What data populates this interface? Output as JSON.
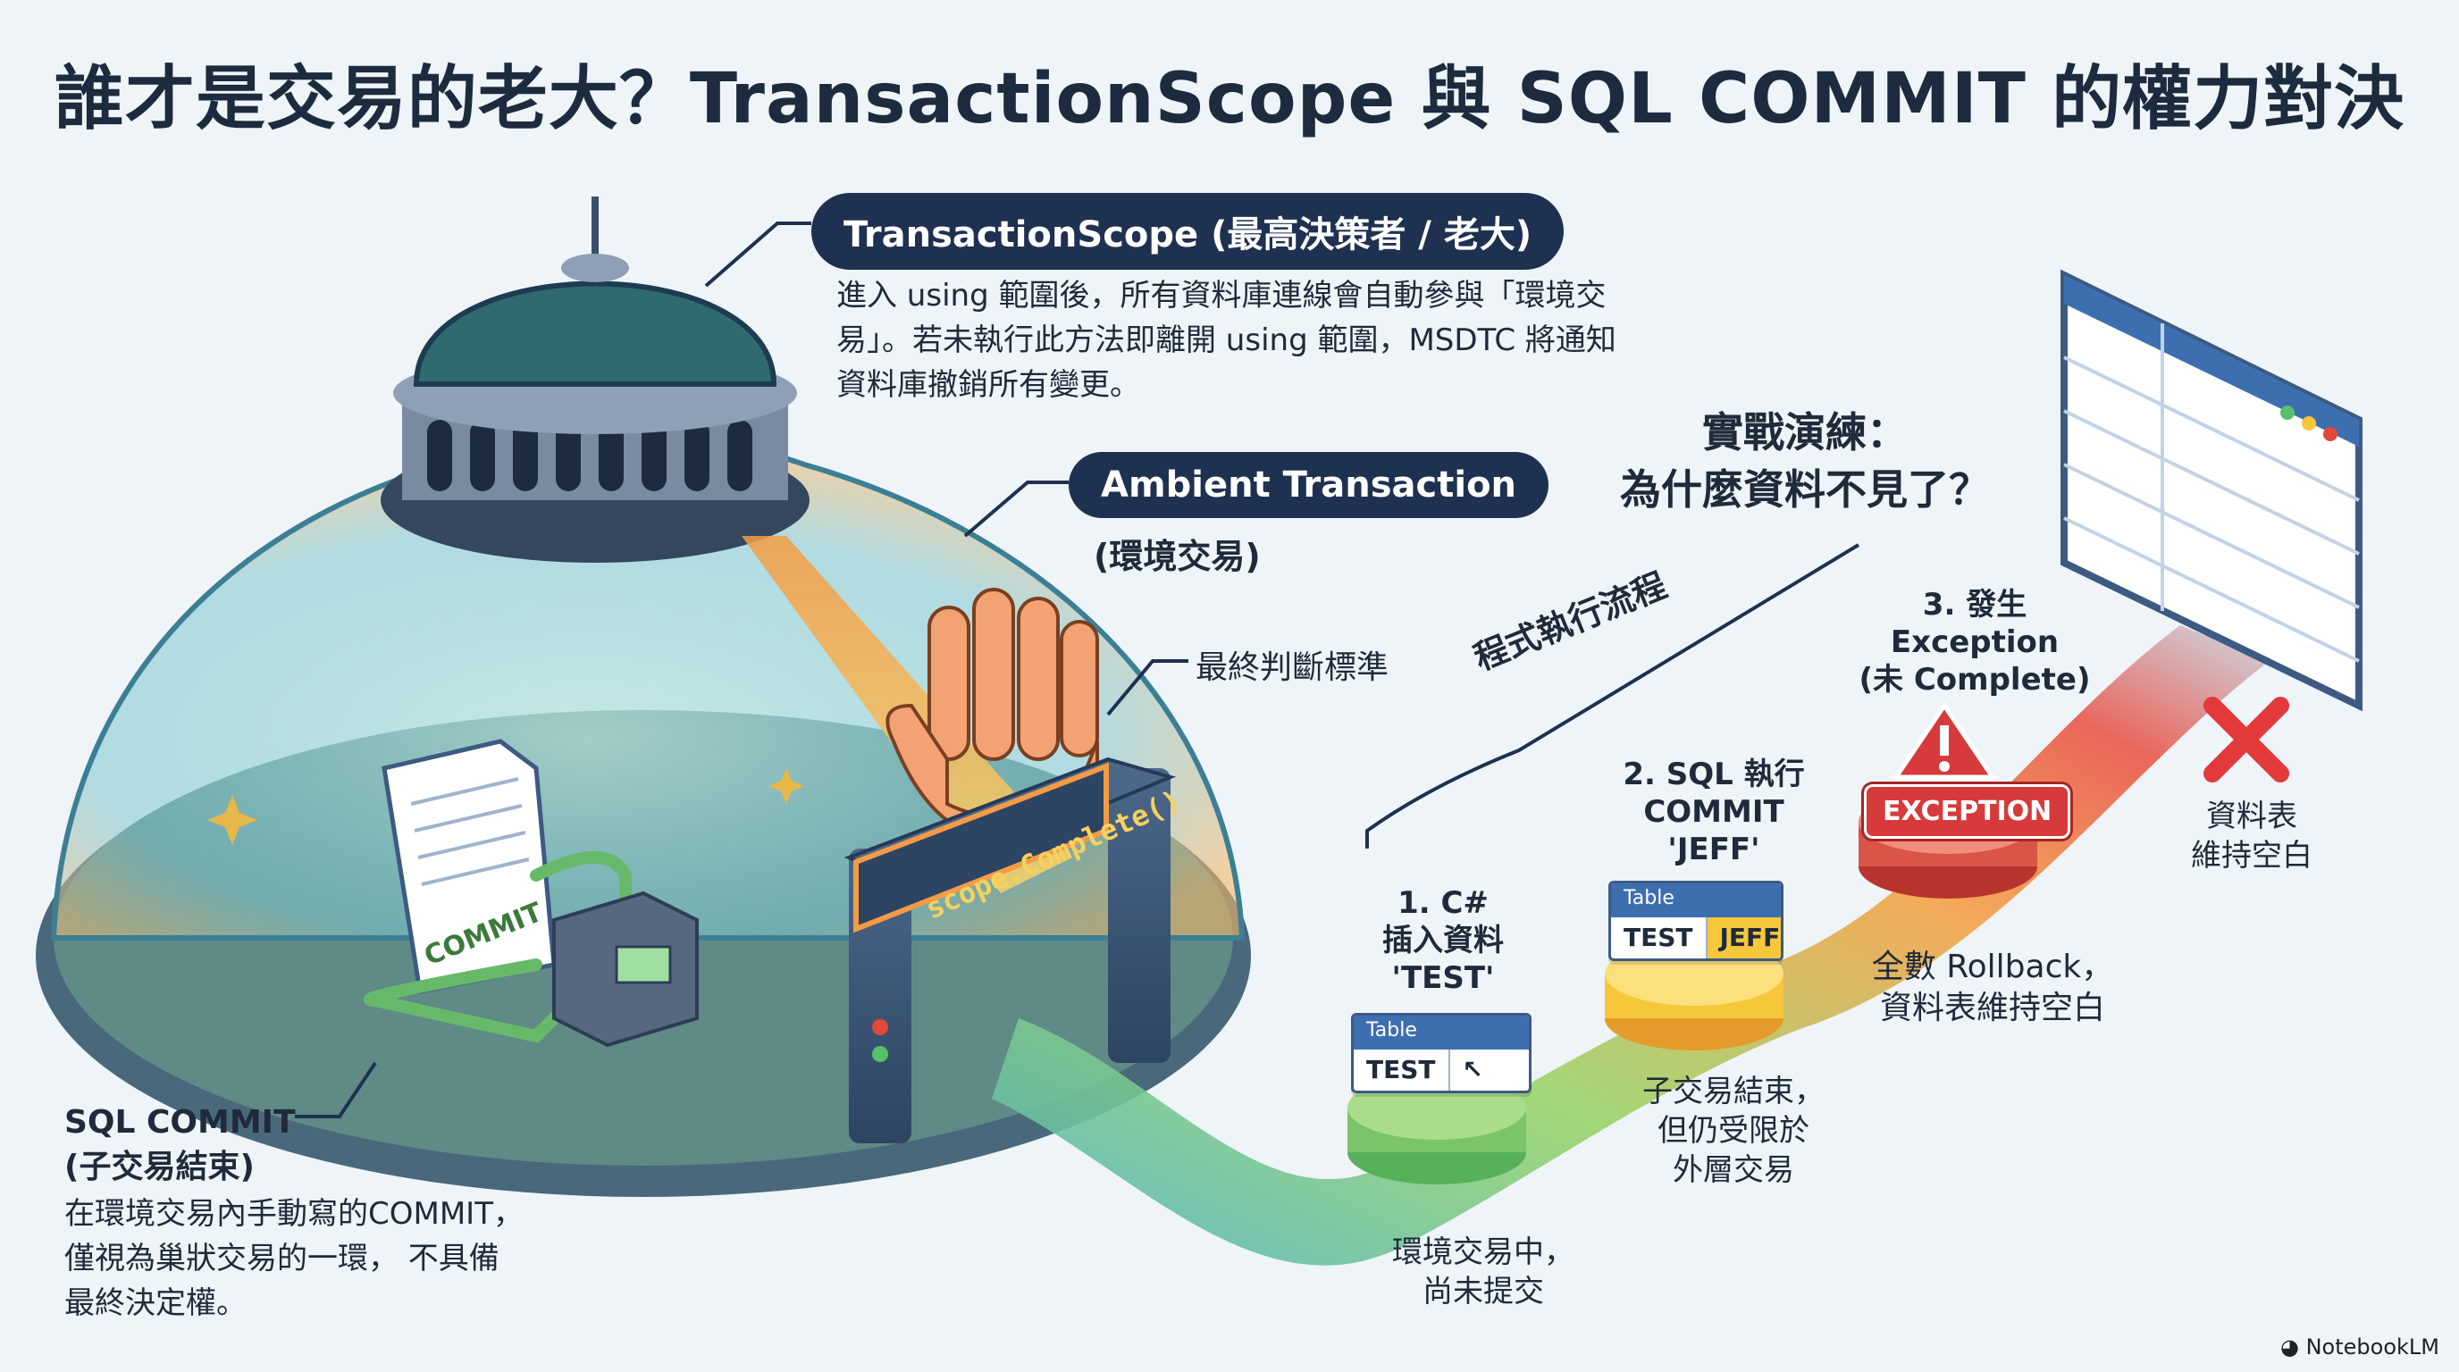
{
  "title": "誰才是交易的老大？TransactionScope 與 SQL COMMIT 的權力對決",
  "transaction_scope": {
    "pill": "TransactionScope (最高決策者 / 老大)",
    "desc": "進入 using 範圍後，所有資料庫連線會自動參與「環境交易」。若未執行此方法即離開 using 範圍，MSDTC 將通知資料庫撤銷所有變更。"
  },
  "ambient": {
    "pill": "Ambient Transaction",
    "sub": "(環境交易)"
  },
  "final_label": "最終判斷標準",
  "scope_code": "scope.Complete()",
  "commit_word": "COMMIT",
  "sql_commit": {
    "title_line1": "SQL COMMIT",
    "title_line2": "(子交易結束)",
    "desc": "在環境交易內手動寫的COMMIT，僅視為巢狀交易的一環， 不具備最終決定權。"
  },
  "practice": {
    "line1": "實戰演練：",
    "line2": "為什麼資料不見了？"
  },
  "flow_label": "程式執行流程",
  "steps": {
    "s1": [
      "1. C#",
      "插入資料",
      "'TEST'"
    ],
    "s2": [
      "2. SQL 執行",
      "COMMIT",
      "'JEFF'"
    ],
    "s3": [
      "3. 發生",
      "Exception",
      "(未 Complete)"
    ]
  },
  "tables": {
    "header": "Table",
    "t1_cells": [
      "TEST"
    ],
    "t2_cells": [
      "TEST",
      "JEFF"
    ]
  },
  "exception_badge": "EXCEPTION",
  "notes": {
    "child_end": [
      "子交易結束，",
      "但仍受限於",
      "外層交易"
    ],
    "ambient_pending": [
      "環境交易中，",
      "尚未提交"
    ],
    "rollback": [
      "全數 Rollback，",
      "資料表維持空白"
    ],
    "table_empty": [
      "資料表",
      "維持空白"
    ]
  },
  "brand": "NotebookLM",
  "colors": {
    "navy": "#1f3150",
    "dome": "#2d6f78",
    "orange": "#f28a3a",
    "green": "#7cc46a",
    "red": "#d63a3a",
    "yellow": "#f6c63b"
  },
  "icons": [
    "dome-building-icon",
    "hand-stop-icon",
    "document-icon",
    "server-box-icon",
    "cursor-icon",
    "warning-icon",
    "cross-icon",
    "browser-window-icon",
    "brand-logo-icon"
  ]
}
